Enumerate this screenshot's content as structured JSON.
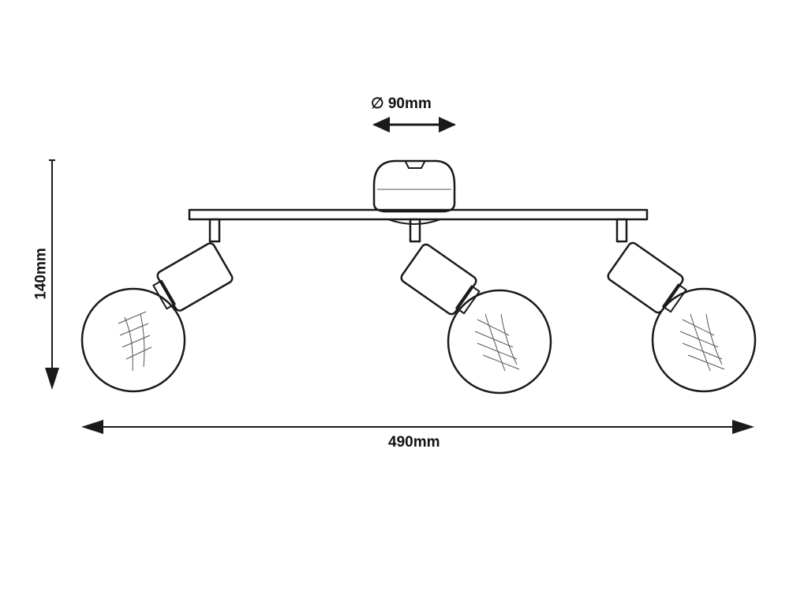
{
  "dimensions": {
    "diameter_label": "∅ 90mm",
    "height_label": "140mm",
    "width_label": "490mm"
  },
  "colors": {
    "line": "#1a1a1a",
    "background": "#ffffff"
  }
}
